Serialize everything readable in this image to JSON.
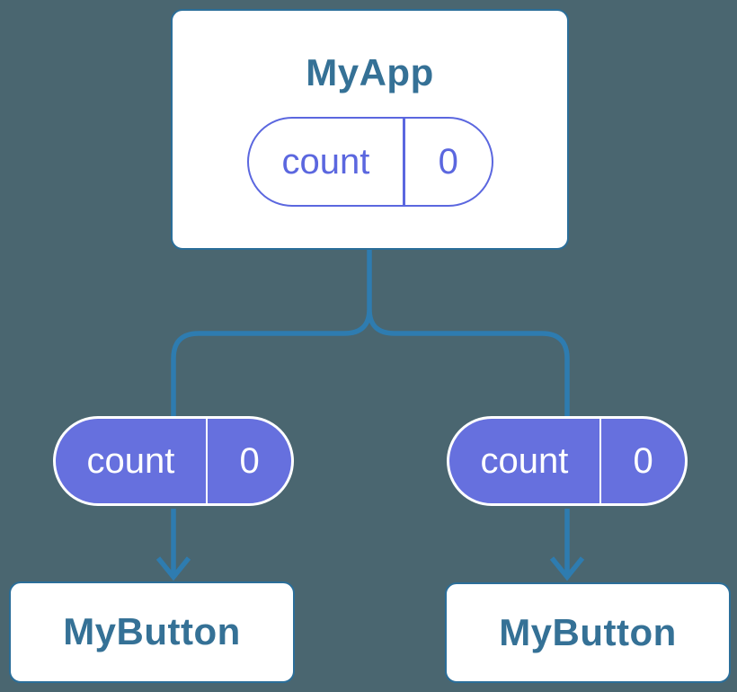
{
  "colors": {
    "bg": "#4A6670",
    "line": "#2E7CB0",
    "card-border": "#2B6E99",
    "title": "#357196",
    "pill-fill": "#6670DE",
    "pill-outline": "#5B67DF",
    "white": "#ffffff"
  },
  "diagram": {
    "type": "component-state-tree",
    "root": {
      "title": "MyApp",
      "state": {
        "name": "count",
        "value": "0"
      }
    },
    "children": [
      {
        "title": "MyButton",
        "state": {
          "name": "count",
          "value": "0"
        }
      },
      {
        "title": "MyButton",
        "state": {
          "name": "count",
          "value": "0"
        }
      }
    ]
  }
}
